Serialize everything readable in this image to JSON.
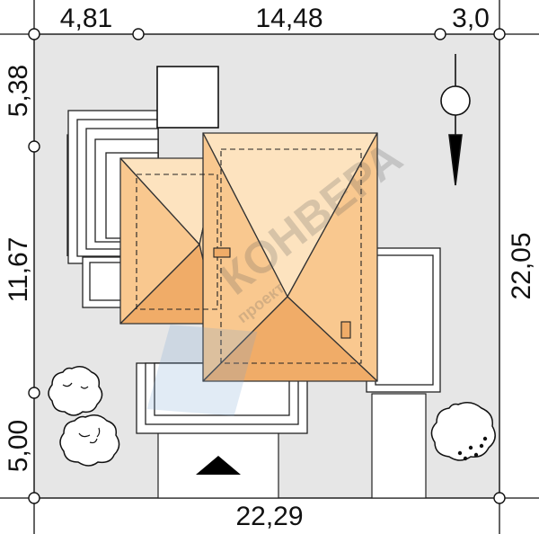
{
  "dimensions": {
    "top": [
      "4,81",
      "14,48",
      "3,0"
    ],
    "left": [
      "5,38",
      "11,67",
      "5,00"
    ],
    "right": "22,05",
    "bottom": "22,29"
  },
  "watermark": {
    "brand": "КОНВЕРА",
    "sub": "проект"
  },
  "colors": {
    "lot": "#e6e6e6",
    "roof_light": "#fde3bf",
    "roof_mid": "#f9c88f",
    "roof_dark": "#f0ac68",
    "roof_edge": "#333333",
    "line": "#111111"
  },
  "icons": [
    "north-arrow-icon",
    "tree-icon",
    "entrance-arrow-icon"
  ]
}
